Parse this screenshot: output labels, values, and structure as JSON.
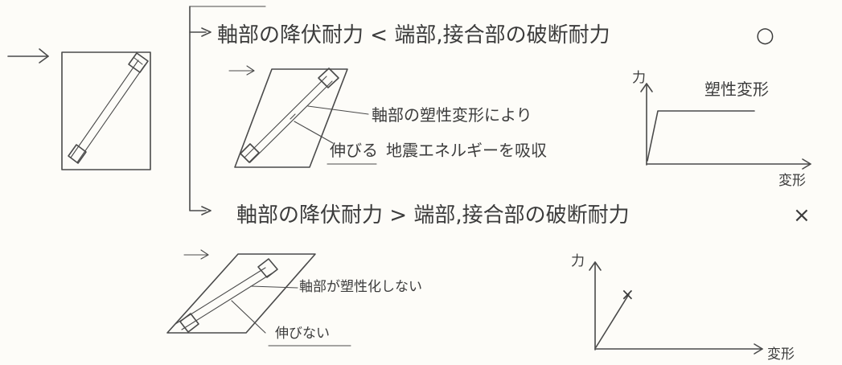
{
  "case_ok": {
    "condition": "軸部の降伏耐力 < 端部,接合部の破断耐力",
    "verdict": "○",
    "callout_line1": "軸部の塑性変形により",
    "callout_line2_underlined": "伸びる",
    "callout_line2_rest": "地震エネルギーを吸収",
    "graph": {
      "y_label": "力",
      "x_label": "変形",
      "annotation": "塑性変形"
    }
  },
  "case_ng": {
    "condition": "軸部の降伏耐力 > 端部,接合部の破断耐力",
    "verdict": "×",
    "callout_1": "軸部が塑性化しない",
    "callout_2": "伸びない",
    "graph": {
      "y_label": "力",
      "x_label": "変形",
      "fracture_mark": "×"
    }
  }
}
